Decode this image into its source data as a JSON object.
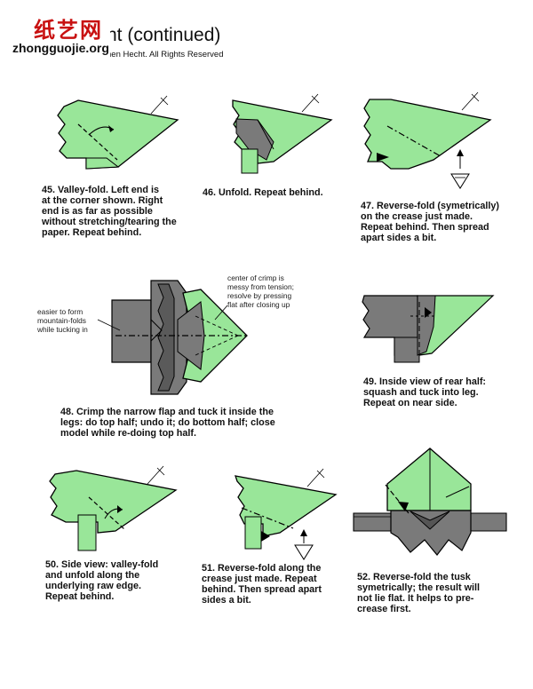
{
  "header": {
    "title": "nt (continued)",
    "copyright": "hen Hecht.  All Rights Reserved"
  },
  "watermark": {
    "chinese": "纸艺网",
    "url": "zhongguojie.org"
  },
  "colors": {
    "paper_front": "#99e699",
    "paper_back": "#7a7a7a",
    "outline": "#000000",
    "watermark_red": "#c81010"
  },
  "steps": [
    {
      "text": "45.  Valley-fold.  Left end is\nat the corner shown.  Right\nend is as far as possible\nwithout stretching/tearing the\npaper.  Repeat behind."
    },
    {
      "text": "46.  Unfold.  Repeat behind."
    },
    {
      "text": "47.  Reverse-fold (symetrically)\non the crease just made.\nRepeat behind.  Then spread\napart sides a bit."
    },
    {
      "text": "48.  Crimp the narrow flap and tuck it inside the\nlegs:  do top half; undo it; do bottom half; close\nmodel while re-doing top half."
    },
    {
      "text": "49.  Inside view of rear half:\n  squash and tuck into leg.\nRepeat on near side."
    },
    {
      "text": "50.  Side view:  valley-fold\nand unfold along the\nunderlying raw edge.\nRepeat behind."
    },
    {
      "text": "51.  Reverse-fold along the\ncrease just made.  Repeat\nbehind.  Then spread apart\nsides a bit."
    },
    {
      "text": "52.  Reverse-fold the tusk\nsymetrically;  the result will\nnot lie flat.  It helps to pre-\ncrease first."
    }
  ],
  "notes": {
    "easier": "easier to form\nmountain-folds\nwhile tucking in",
    "center": "center of crimp is\nmessy from tension;\nresolve by pressing\nflat after closing up"
  }
}
